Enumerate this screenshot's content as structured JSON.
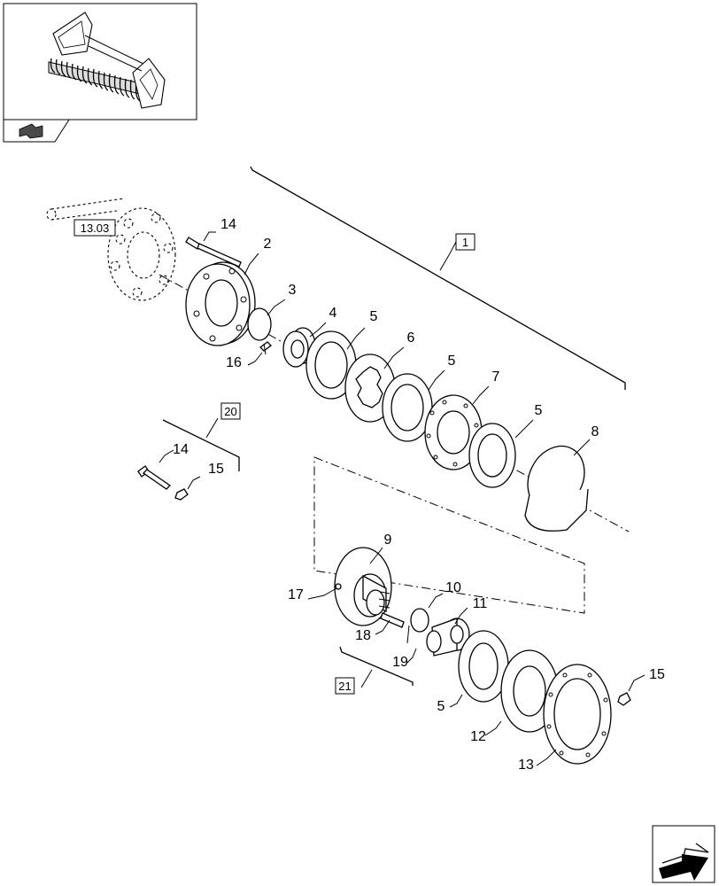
{
  "thumbnail": {
    "icon": "baler-pickup-thumbnail"
  },
  "nav": {
    "prev_icon": "arrow-back-icon",
    "next_icon": "arrow-next-icon"
  },
  "references": {
    "main_assembly": "1",
    "section_13": "13.03",
    "kit_20": "20",
    "kit_21": "21"
  },
  "callouts": {
    "p2": "2",
    "p3": "3",
    "p4": "4",
    "p5a": "5",
    "p5b": "5",
    "p5c": "5",
    "p5d": "5",
    "p6": "6",
    "p7": "7",
    "p8": "8",
    "p9": "9",
    "p10": "10",
    "p11": "11",
    "p12": "12",
    "p13": "13",
    "p14a": "14",
    "p14b": "14",
    "p15a": "15",
    "p15b": "15",
    "p16": "16",
    "p17": "17",
    "p18": "18",
    "p19": "19"
  }
}
